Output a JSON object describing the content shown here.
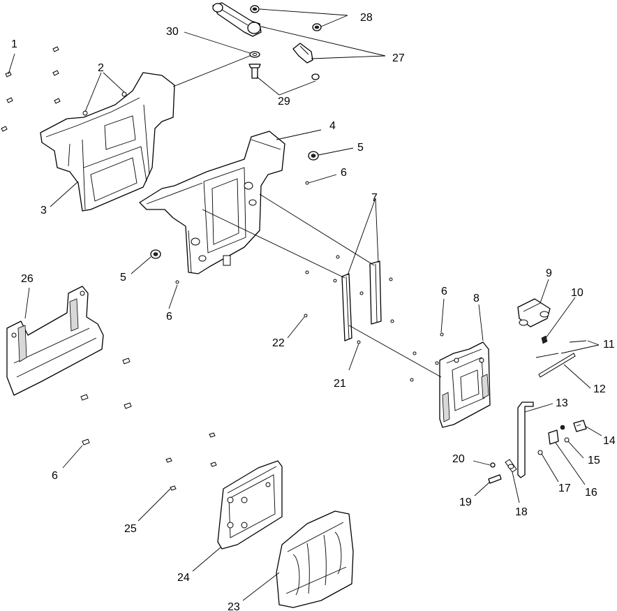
{
  "callouts": [
    "1",
    "2",
    "3",
    "4",
    "5",
    "6",
    "7",
    "8",
    "9",
    "10",
    "11",
    "12",
    "13",
    "14",
    "15",
    "16",
    "17",
    "18",
    "19",
    "20",
    "21",
    "22",
    "23",
    "24",
    "25",
    "26",
    "27",
    "28",
    "29",
    "30"
  ],
  "callout_instances": {
    "c1": "1",
    "c2": "2",
    "c3": "3",
    "c4": "4",
    "c5a": "5",
    "c5b": "5",
    "c6a": "6",
    "c6b": "6",
    "c6c": "6",
    "c6d": "6",
    "c7": "7",
    "c8": "8",
    "c9": "9",
    "c10": "10",
    "c11": "11",
    "c12": "12",
    "c13": "13",
    "c14": "14",
    "c15": "15",
    "c16": "16",
    "c17": "17",
    "c18": "18",
    "c19": "19",
    "c20": "20",
    "c21": "21",
    "c22": "22",
    "c23": "23",
    "c24": "24",
    "c25": "25",
    "c26": "26",
    "c27": "27",
    "c28": "28",
    "c29": "29",
    "c30": "30"
  },
  "colors": {
    "line": "#000000",
    "background": "#ffffff",
    "shade": "#d8d8d8"
  }
}
